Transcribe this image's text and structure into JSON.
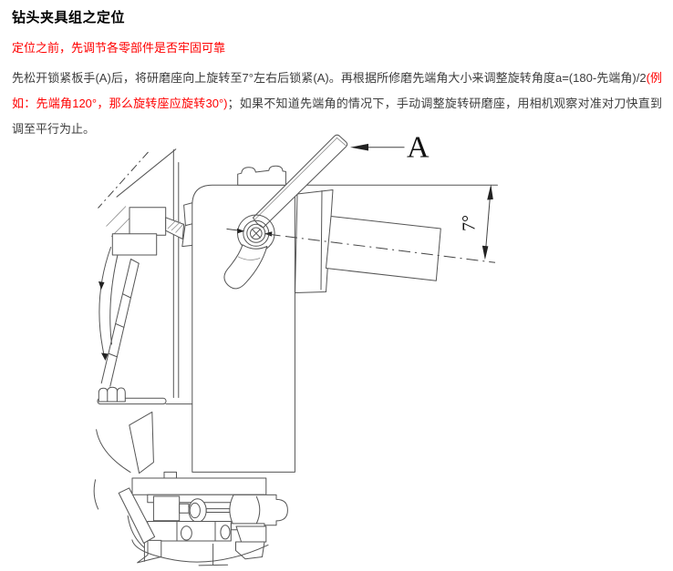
{
  "page": {
    "title": "钻头夹具组之定位"
  },
  "warning": {
    "text": "定位之前，先调节各零部件是否牢固可靠"
  },
  "instructions": {
    "black1": "先松开锁紧板手(A)后，将研磨座向上旋转至7°左右后锁紧(A)。再根据所修磨先端角大小来调整旋转角度a=(180-先端角)/2",
    "red": "(例如：先端角120°，那么旋转座应旋转30°)",
    "black2": "；如果不知道先端角的情况下，手动调整旋转研磨座，用相机观察对准对刀快直到调至平行为止。"
  },
  "diagram": {
    "handle_label": "A",
    "angle_label": "7°"
  },
  "colors": {
    "warning_red": "#ff0000",
    "title_black": "#000000",
    "body_text": "#3d3d3d",
    "drawing_line": "#555555"
  }
}
